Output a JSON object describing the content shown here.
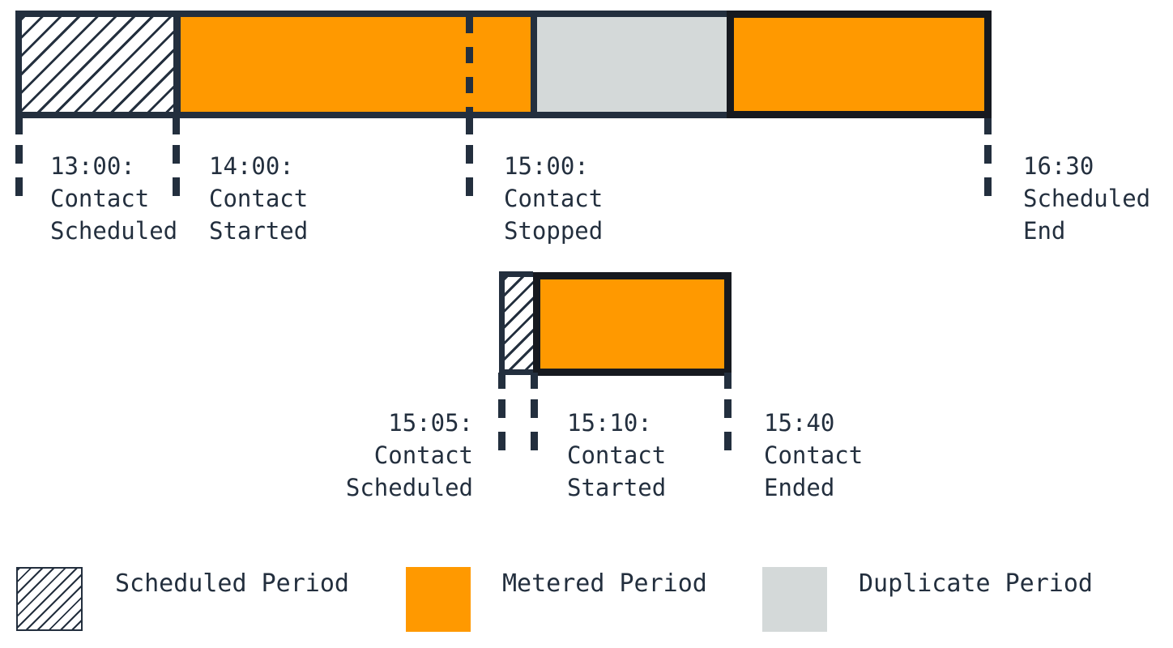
{
  "colors": {
    "navy": "#232f3e",
    "ink": "#16191f",
    "orange": "#ff9900",
    "gray": "#d4d9d9",
    "white": "#ffffff"
  },
  "top_timeline": {
    "description": "First contact timeline bar",
    "segments": [
      {
        "type": "scheduled-period",
        "from": "13:00",
        "to": "14:00",
        "style": "hatched"
      },
      {
        "type": "metered-period",
        "from": "14:00",
        "to": "15:10",
        "style": "orange",
        "note": "dashed line at 15:00 contact stopped"
      },
      {
        "type": "duplicate-period",
        "from": "15:10",
        "to": "15:40",
        "style": "gray"
      },
      {
        "type": "metered-period",
        "from": "15:40",
        "to": "16:30",
        "style": "orange-black-border"
      }
    ],
    "markers": [
      {
        "time": "13:00",
        "label": "13:00:\nContact\nScheduled"
      },
      {
        "time": "14:00",
        "label": "14:00:\nContact\nStarted"
      },
      {
        "time": "15:00",
        "label": "15:00:\nContact\nStopped"
      },
      {
        "time": "16:30",
        "label": "16:30\nScheduled\nEnd"
      }
    ]
  },
  "bottom_timeline": {
    "description": "Second (duplicate) contact timeline bar",
    "segments": [
      {
        "type": "scheduled-period",
        "from": "15:05",
        "to": "15:10",
        "style": "hatched"
      },
      {
        "type": "metered-period",
        "from": "15:10",
        "to": "15:40",
        "style": "orange-black-border"
      }
    ],
    "markers": [
      {
        "time": "15:05",
        "label": "15:05:\nContact\nScheduled"
      },
      {
        "time": "15:10",
        "label": "15:10:\nContact\nStarted"
      },
      {
        "time": "15:40",
        "label": "15:40\nContact\nEnded"
      }
    ]
  },
  "legend": {
    "items": [
      {
        "swatch": "hatched",
        "label": "Scheduled Period"
      },
      {
        "swatch": "orange",
        "label": "Metered Period"
      },
      {
        "swatch": "gray",
        "label": "Duplicate Period"
      }
    ]
  }
}
